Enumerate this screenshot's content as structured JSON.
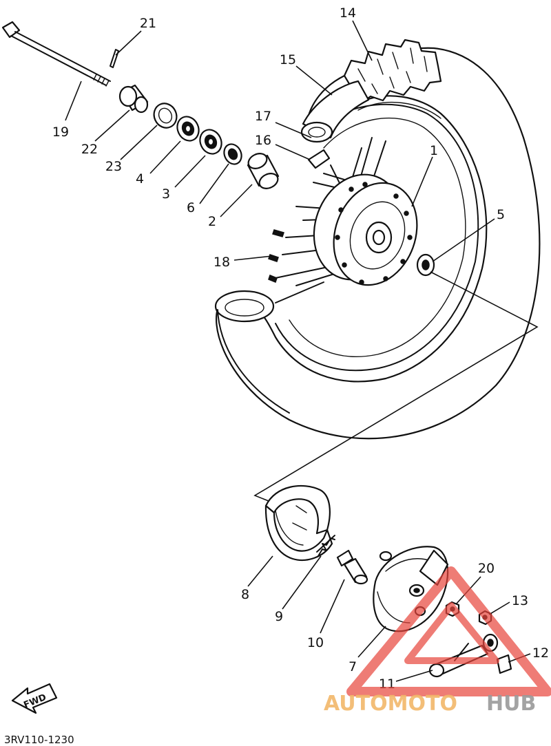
{
  "callouts": {
    "c1": "1",
    "c2": "2",
    "c3": "3",
    "c4": "4",
    "c5": "5",
    "c6": "6",
    "c7": "7",
    "c8": "8",
    "c9": "9",
    "c10": "10",
    "c11": "11",
    "c12": "12",
    "c13": "13",
    "c14": "14",
    "c15": "15",
    "c16": "16",
    "c17": "17",
    "c18": "18",
    "c19": "19",
    "c20": "20",
    "c21": "21",
    "c22": "22",
    "c23": "23"
  },
  "diagram_code": "3RV110-1230",
  "fwd_label": "FWD",
  "watermark": {
    "part1": "AUTOMOTO",
    "part2": "HUB",
    "color_orange": "#f2b86a",
    "color_gray": "#9a9a9a",
    "color_red": "#e8453c"
  }
}
